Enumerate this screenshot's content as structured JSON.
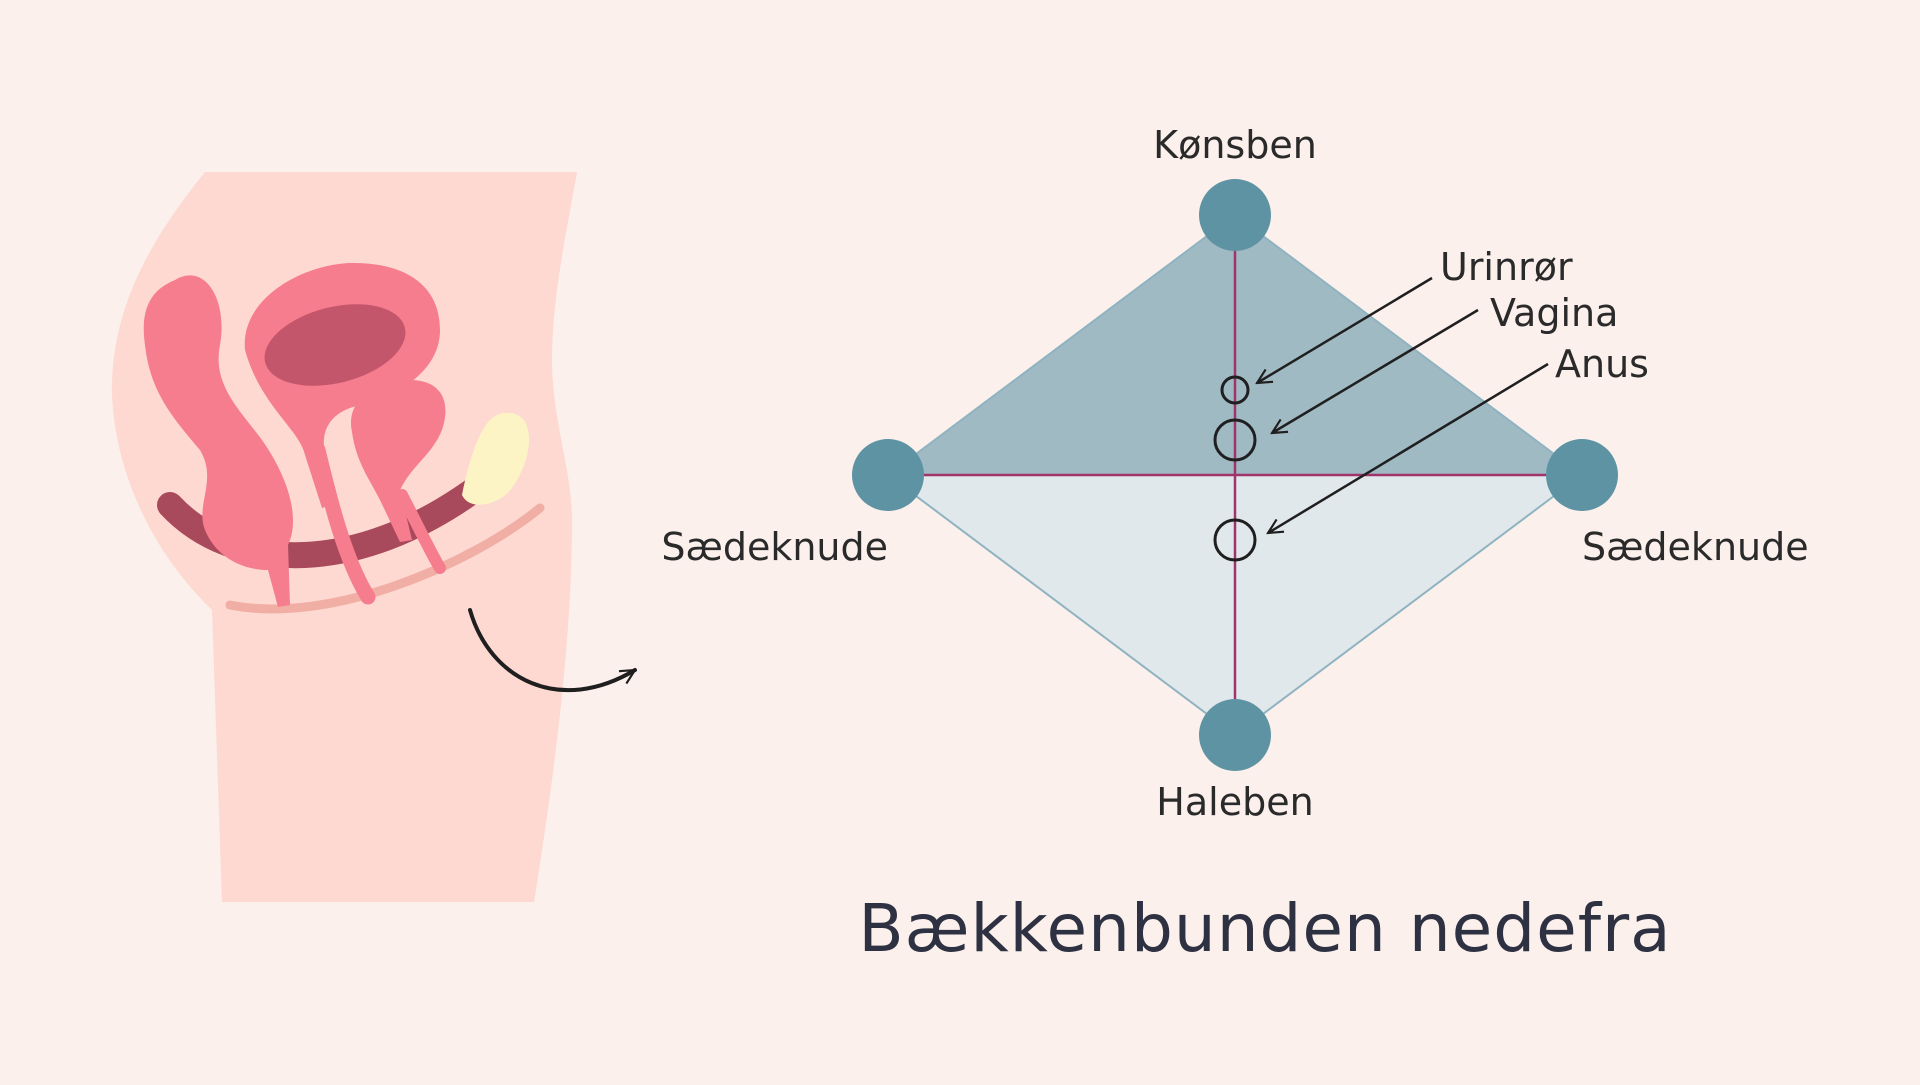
{
  "diagram": {
    "labels": {
      "top": "Kønsben",
      "bottom": "Haleben",
      "left": "Sædeknude",
      "right": "Sædeknude",
      "urethra": "Urinrør",
      "vagina": "Vagina",
      "anus": "Anus"
    },
    "caption": "Bækkenbunden nedefra"
  },
  "colors": {
    "background": "#fbf0ec",
    "body_skin": "#fdd9d1",
    "organ_pink": "#f67d8e",
    "organ_dark": "#c4566b",
    "muscle_dark": "#a94a5c",
    "bladder_yellow": "#fdf4c6",
    "diamond_upper": "#a0bac4",
    "diamond_lower": "#e1e8ec",
    "node_teal": "#5e93a3",
    "axis_magenta": "#a0346a"
  },
  "icons": [
    "curved-arrow-icon"
  ]
}
